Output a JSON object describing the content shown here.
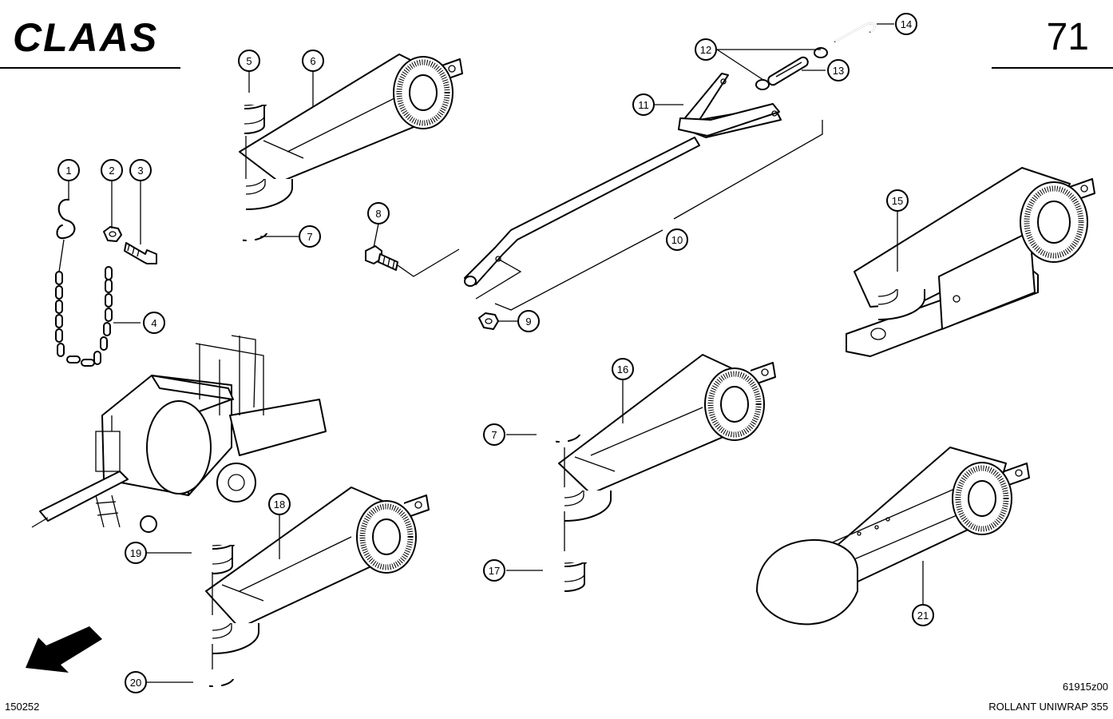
{
  "header": {
    "brand": "CLAAS",
    "page_number": "71"
  },
  "footer": {
    "left_code": "150252",
    "drawing_code": "61915z00",
    "model": "ROLLANT UNIWRAP 355"
  },
  "callouts": [
    "1",
    "2",
    "3",
    "4",
    "5",
    "6",
    "7",
    "8",
    "9",
    "10",
    "11",
    "12",
    "13",
    "14",
    "15",
    "16",
    "7",
    "17",
    "18",
    "19",
    "20",
    "21"
  ],
  "icons": {
    "direction": "arrow-down-left-icon",
    "machine": "baler-thumbnail-icon"
  }
}
